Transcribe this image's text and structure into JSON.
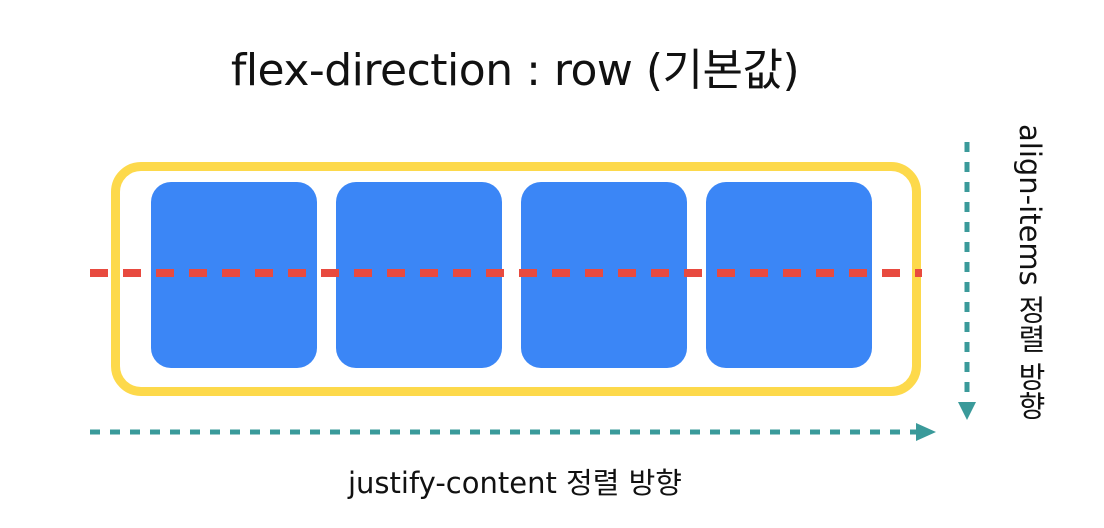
{
  "title": "flex-direction : row (기본값)",
  "container": {
    "items": [
      "",
      "",
      "",
      ""
    ]
  },
  "axes": {
    "justify_content_label": "justify-content 정렬 방향",
    "align_items_label": "align-items 정렬 방향"
  },
  "colors": {
    "container_border": "#fdd94b",
    "item_fill": "#3b86f6",
    "main_axis_line": "#e84a3f",
    "direction_arrow": "#3a9a9a",
    "text": "#111111"
  }
}
